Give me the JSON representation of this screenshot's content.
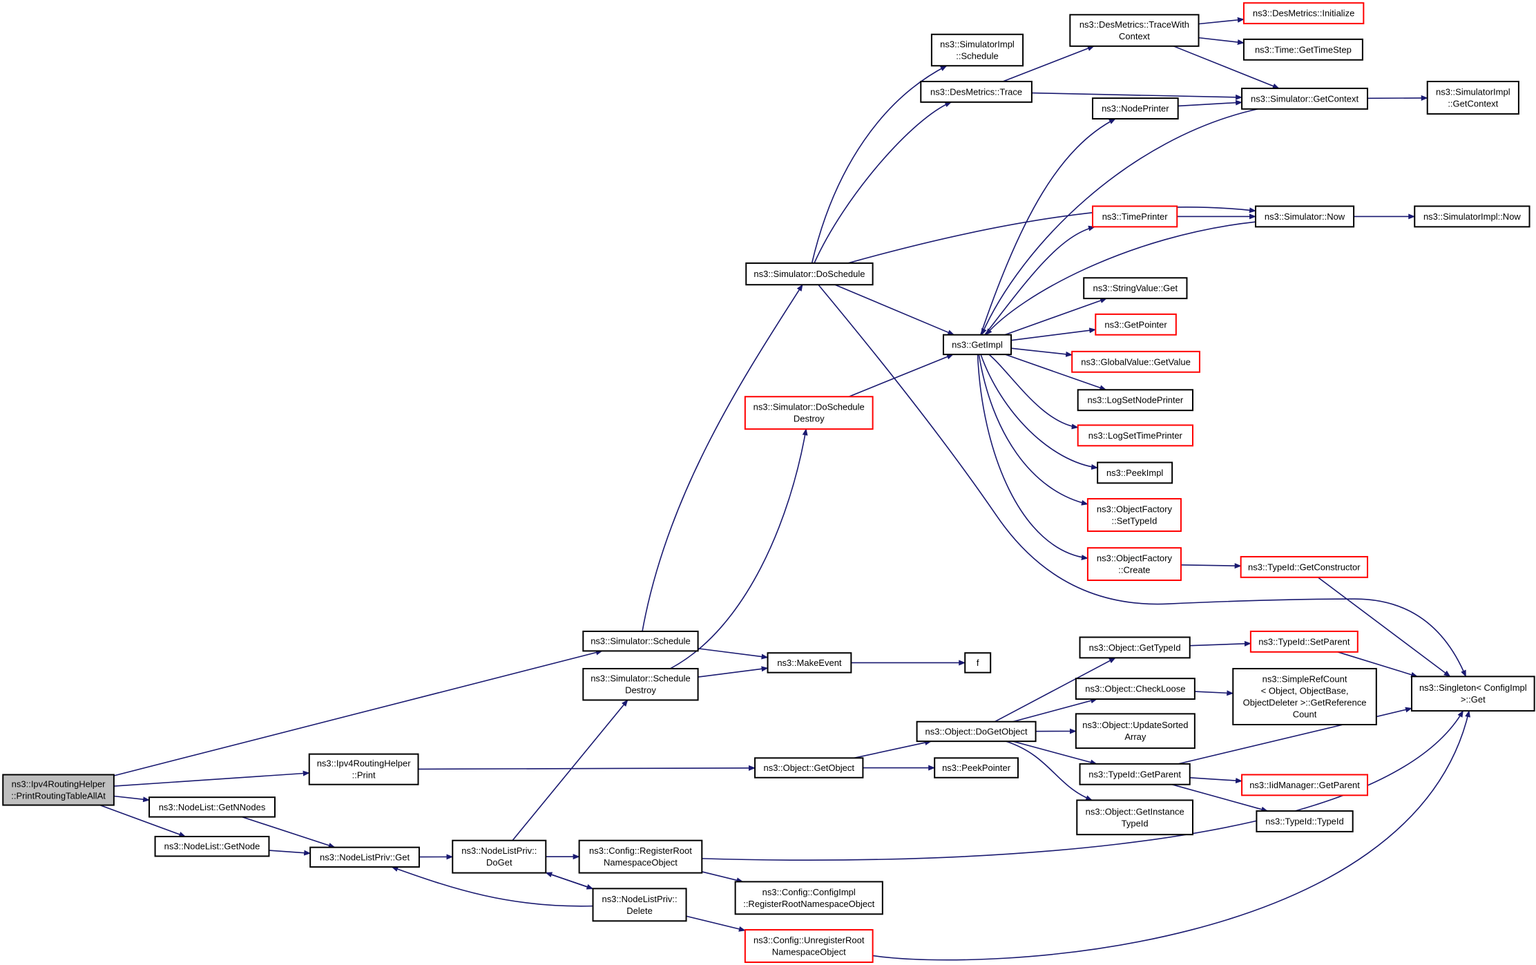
{
  "colors": {
    "edge": "#191970",
    "box_border": "#000000",
    "box_border_incomplete": "#ff0000",
    "root_fill": "#bfbfbf",
    "node_fill": "#ffffff"
  },
  "nodes": [
    {
      "id": "root",
      "lines": [
        "ns3::Ipv4RoutingHelper",
        "::PrintRoutingTableAllAt"
      ],
      "style": "root"
    },
    {
      "id": "getnnodes",
      "lines": [
        "ns3::NodeList::GetNNodes"
      ],
      "style": "normal"
    },
    {
      "id": "getnode",
      "lines": [
        "ns3::NodeList::GetNode"
      ],
      "style": "normal"
    },
    {
      "id": "ipv4print",
      "lines": [
        "ns3::Ipv4RoutingHelper",
        "::Print"
      ],
      "style": "normal"
    },
    {
      "id": "nlpget",
      "lines": [
        "ns3::NodeListPriv::Get"
      ],
      "style": "normal"
    },
    {
      "id": "nlpdoget",
      "lines": [
        "ns3::NodeListPriv::",
        "DoGet"
      ],
      "style": "normal"
    },
    {
      "id": "nlpdelete",
      "lines": [
        "ns3::NodeListPriv::",
        "Delete"
      ],
      "style": "normal"
    },
    {
      "id": "simschedule",
      "lines": [
        "ns3::Simulator::Schedule"
      ],
      "style": "normal"
    },
    {
      "id": "simscheduledestroy",
      "lines": [
        "ns3::Simulator::Schedule",
        "Destroy"
      ],
      "style": "normal"
    },
    {
      "id": "cfgregroot",
      "lines": [
        "ns3::Config::RegisterRoot",
        "NamespaceObject"
      ],
      "style": "normal"
    },
    {
      "id": "cfgimplreg",
      "lines": [
        "ns3::Config::ConfigImpl",
        "::RegisterRootNamespaceObject"
      ],
      "style": "normal"
    },
    {
      "id": "cfgunreg",
      "lines": [
        "ns3::Config::UnregisterRoot",
        "NamespaceObject"
      ],
      "style": "incomplete"
    },
    {
      "id": "makeevent",
      "lines": [
        "ns3::MakeEvent"
      ],
      "style": "normal"
    },
    {
      "id": "f",
      "lines": [
        "f"
      ],
      "style": "normal"
    },
    {
      "id": "simdoschedule",
      "lines": [
        "ns3::Simulator::DoSchedule"
      ],
      "style": "normal"
    },
    {
      "id": "simdoscheduledestroy",
      "lines": [
        "ns3::Simulator::DoSchedule",
        "Destroy"
      ],
      "style": "incomplete"
    },
    {
      "id": "objgetobject",
      "lines": [
        "ns3::Object::GetObject"
      ],
      "style": "normal"
    },
    {
      "id": "peekpointer",
      "lines": [
        "ns3::PeekPointer"
      ],
      "style": "normal"
    },
    {
      "id": "objdogetobject",
      "lines": [
        "ns3::Object::DoGetObject"
      ],
      "style": "normal"
    },
    {
      "id": "simimplschedule",
      "lines": [
        "ns3::SimulatorImpl",
        "::Schedule"
      ],
      "style": "normal"
    },
    {
      "id": "desmetricstrace",
      "lines": [
        "ns3::DesMetrics::Trace"
      ],
      "style": "normal"
    },
    {
      "id": "getimpl",
      "lines": [
        "ns3::GetImpl"
      ],
      "style": "normal"
    },
    {
      "id": "desmetricstracewith",
      "lines": [
        "ns3::DesMetrics::TraceWith",
        "Context"
      ],
      "style": "normal"
    },
    {
      "id": "desmetricsinit",
      "lines": [
        "ns3::DesMetrics::Initialize"
      ],
      "style": "incomplete"
    },
    {
      "id": "timegettimestep",
      "lines": [
        "ns3::Time::GetTimeStep"
      ],
      "style": "normal"
    },
    {
      "id": "simgetcontext",
      "lines": [
        "ns3::Simulator::GetContext"
      ],
      "style": "normal"
    },
    {
      "id": "simimplgetcontext",
      "lines": [
        "ns3::SimulatorImpl",
        "::GetContext"
      ],
      "style": "normal"
    },
    {
      "id": "nodeprinter",
      "lines": [
        "ns3::NodePrinter"
      ],
      "style": "normal"
    },
    {
      "id": "timeprinter",
      "lines": [
        "ns3::TimePrinter"
      ],
      "style": "incomplete"
    },
    {
      "id": "simnow",
      "lines": [
        "ns3::Simulator::Now"
      ],
      "style": "normal"
    },
    {
      "id": "simimplnow",
      "lines": [
        "ns3::SimulatorImpl::Now"
      ],
      "style": "normal"
    },
    {
      "id": "stringvalueget",
      "lines": [
        "ns3::StringValue::Get"
      ],
      "style": "normal"
    },
    {
      "id": "getpointer",
      "lines": [
        "ns3::GetPointer"
      ],
      "style": "incomplete"
    },
    {
      "id": "globalvaluegetvalue",
      "lines": [
        "ns3::GlobalValue::GetValue"
      ],
      "style": "incomplete"
    },
    {
      "id": "logsetnodeprinter",
      "lines": [
        "ns3::LogSetNodePrinter"
      ],
      "style": "normal"
    },
    {
      "id": "logsettimeprinter",
      "lines": [
        "ns3::LogSetTimePrinter"
      ],
      "style": "incomplete"
    },
    {
      "id": "peekimpl",
      "lines": [
        "ns3::PeekImpl"
      ],
      "style": "normal"
    },
    {
      "id": "objfactsettypeid",
      "lines": [
        "ns3::ObjectFactory",
        "::SetTypeId"
      ],
      "style": "incomplete"
    },
    {
      "id": "objfactcreate",
      "lines": [
        "ns3::ObjectFactory",
        "::Create"
      ],
      "style": "incomplete"
    },
    {
      "id": "typeidgetconstructor",
      "lines": [
        "ns3::TypeId::GetConstructor"
      ],
      "style": "incomplete"
    },
    {
      "id": "singletonget",
      "lines": [
        "ns3::Singleton< ConfigImpl",
        " >::Get"
      ],
      "style": "normal"
    },
    {
      "id": "objgettypeid",
      "lines": [
        "ns3::Object::GetTypeId"
      ],
      "style": "normal"
    },
    {
      "id": "typeidsetparent",
      "lines": [
        "ns3::TypeId::SetParent"
      ],
      "style": "incomplete"
    },
    {
      "id": "objcheckloose",
      "lines": [
        "ns3::Object::CheckLoose"
      ],
      "style": "normal"
    },
    {
      "id": "simplerefcount",
      "lines": [
        "ns3::SimpleRefCount",
        "< Object, ObjectBase,",
        " ObjectDeleter >::GetReference",
        "Count"
      ],
      "style": "normal"
    },
    {
      "id": "objupdatesorted",
      "lines": [
        "ns3::Object::UpdateSorted",
        "Array"
      ],
      "style": "normal"
    },
    {
      "id": "typeidgetparent",
      "lines": [
        "ns3::TypeId::GetParent"
      ],
      "style": "normal"
    },
    {
      "id": "iidmanagergetparent",
      "lines": [
        "ns3::IidManager::GetParent"
      ],
      "style": "incomplete"
    },
    {
      "id": "typeidtypeid",
      "lines": [
        "ns3::TypeId::TypeId"
      ],
      "style": "normal"
    },
    {
      "id": "objgetinstancetypeid",
      "lines": [
        "ns3::Object::GetInstance",
        "TypeId"
      ],
      "style": "normal"
    }
  ]
}
